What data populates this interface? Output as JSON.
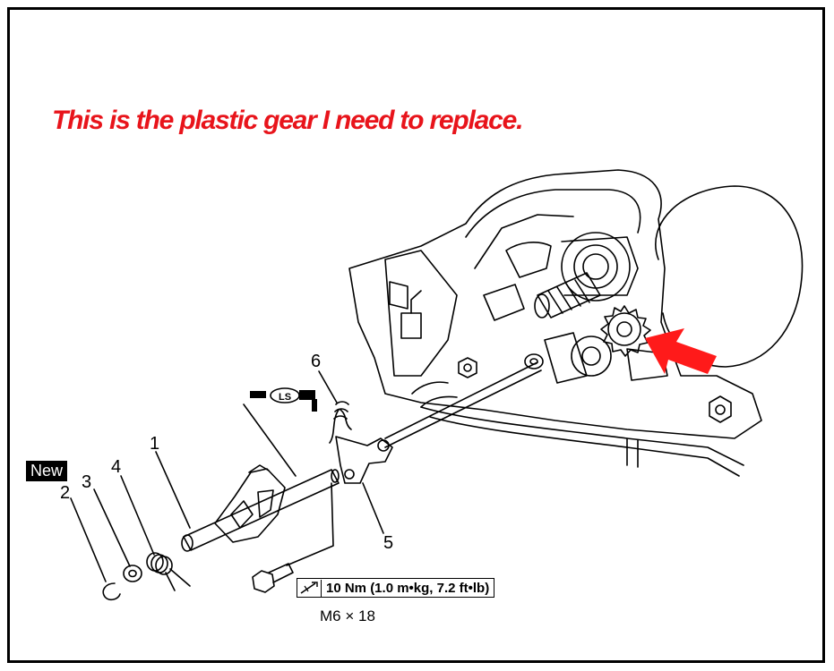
{
  "annotation": "This is the plastic gear I need to replace.",
  "callouts": {
    "c1": "1",
    "c2": "2",
    "c3": "3",
    "c4": "4",
    "c5": "5",
    "c6": "6"
  },
  "new_badge": "New",
  "lubricant_badge": "LS",
  "torque_spec": "10 Nm (1.0 m•kg, 7.2 ft•lb)",
  "bolt_size": "M6 × 18",
  "colors": {
    "annotation_red": "#e8141b",
    "line": "#000000",
    "arrow_red": "#ff1a1a"
  }
}
